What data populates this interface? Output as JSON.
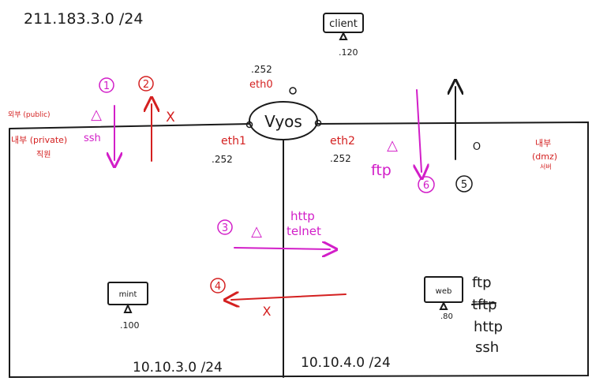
{
  "subnets": {
    "public": "211.183.3.0 /24",
    "private": "10.10.3.0 /24",
    "dmz": "10.10.4.0 /24"
  },
  "router": {
    "name": "Vyos",
    "eth0": "eth0",
    "eth0_ip": ".252",
    "eth1": "eth1",
    "eth1_ip": ".252",
    "eth2": "eth2",
    "eth2_ip": ".252"
  },
  "zones": {
    "public_label": "외부 (public)",
    "private_label": "내부 (private)",
    "private_sub": "직원",
    "dmz_label": "내부",
    "dmz_sub": "(dmz)",
    "dmz_note": "서버"
  },
  "hosts": {
    "client": {
      "label": "client",
      "ip": ".120"
    },
    "mint": {
      "label": "mint",
      "ip": ".100"
    },
    "web": {
      "label": "web",
      "ip": ".80",
      "services": [
        "ftp",
        "tftp",
        "http",
        "ssh"
      ]
    }
  },
  "rules": {
    "r1": {
      "num": "1",
      "mark": "△",
      "service": "ssh"
    },
    "r2": {
      "num": "2",
      "mark": "X"
    },
    "r3": {
      "num": "3",
      "mark": "△",
      "services_line1": "http",
      "services_line2": "telnet"
    },
    "r4": {
      "num": "4",
      "mark": "X"
    },
    "r5": {
      "num": "5",
      "mark": "O"
    },
    "r6": {
      "num": "6",
      "mark": "△",
      "service": "ftp"
    }
  },
  "colors": {
    "black": "#1a1a1a",
    "red": "#d42020",
    "magenta": "#d21ec8"
  }
}
